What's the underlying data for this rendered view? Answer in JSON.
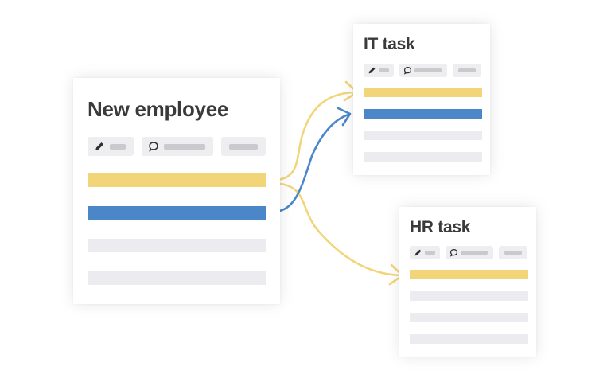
{
  "cards": {
    "new_employee": {
      "title": "New employee"
    },
    "it_task": {
      "title": "IT task"
    },
    "hr_task": {
      "title": "HR task"
    }
  },
  "colors": {
    "yellow": "#f3d579",
    "blue": "#4a86c8",
    "gray_row": "#ebebf0",
    "chip": "#eeeef1",
    "title": "#3a3a3a"
  },
  "icons": [
    "pencil-icon",
    "comment-icon"
  ]
}
